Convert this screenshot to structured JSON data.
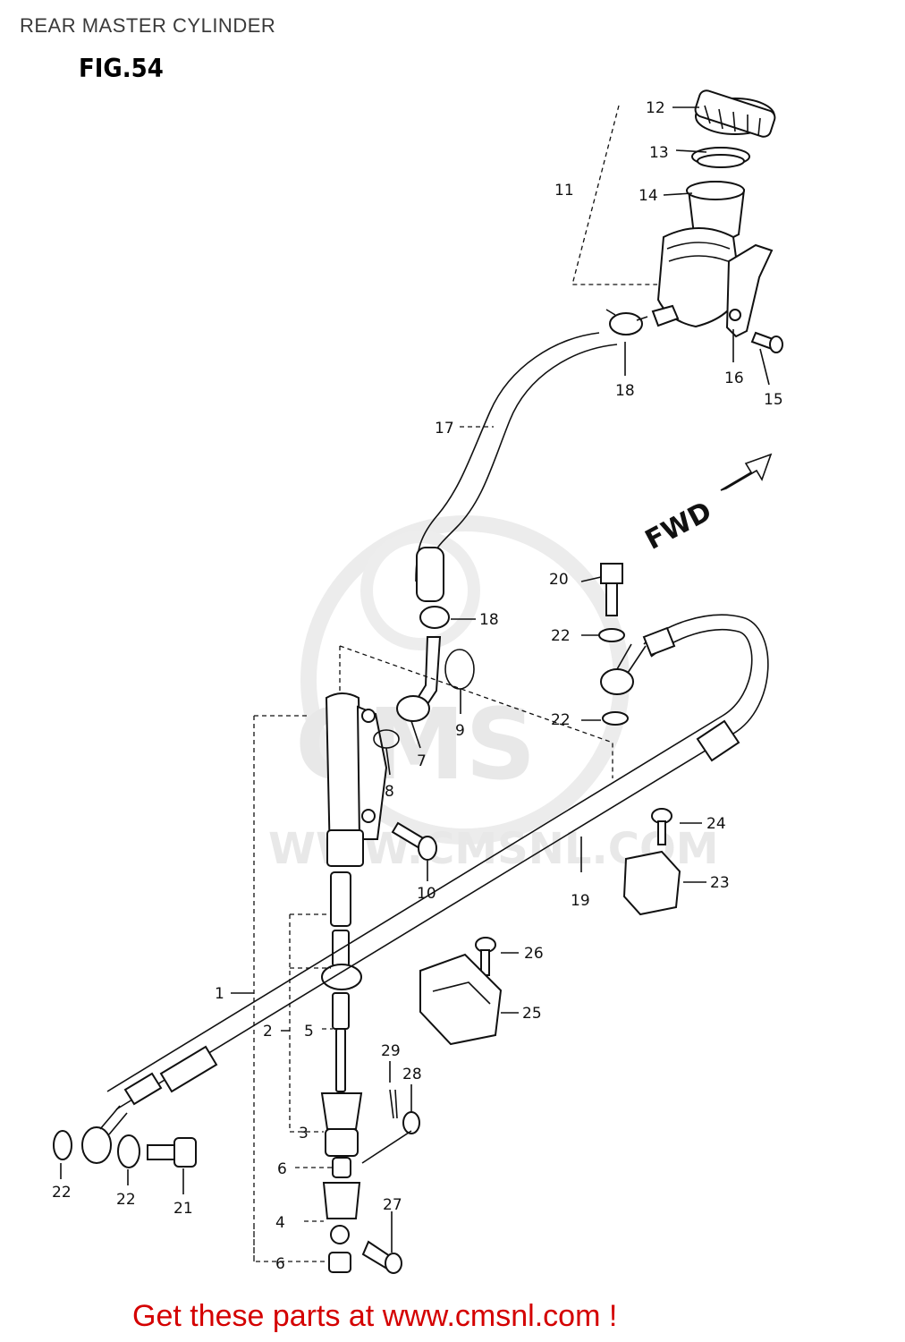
{
  "header": {
    "title": "REAR MASTER CYLINDER",
    "figure": "FIG.54"
  },
  "diagram": {
    "direction_label": "FWD",
    "watermark": {
      "brand": "CMS",
      "url": "WWW.CMSNL.COM"
    },
    "callouts": {
      "c1": "1",
      "c2": "2",
      "c3": "3",
      "c4": "4",
      "c5": "5",
      "c6a": "6",
      "c6b": "6",
      "c7": "7",
      "c8": "8",
      "c9": "9",
      "c10": "10",
      "c11": "11",
      "c12": "12",
      "c13": "13",
      "c14": "14",
      "c15": "15",
      "c16": "16",
      "c17": "17",
      "c18a": "18",
      "c18b": "18",
      "c19": "19",
      "c20": "20",
      "c21": "21",
      "c22a": "22",
      "c22b": "22",
      "c22c": "22",
      "c22d": "22",
      "c23": "23",
      "c24": "24",
      "c25": "25",
      "c26": "26",
      "c27": "27",
      "c28": "28",
      "c29": "29"
    }
  },
  "footer": {
    "cta": "Get these parts at www.cmsnl.com !"
  }
}
